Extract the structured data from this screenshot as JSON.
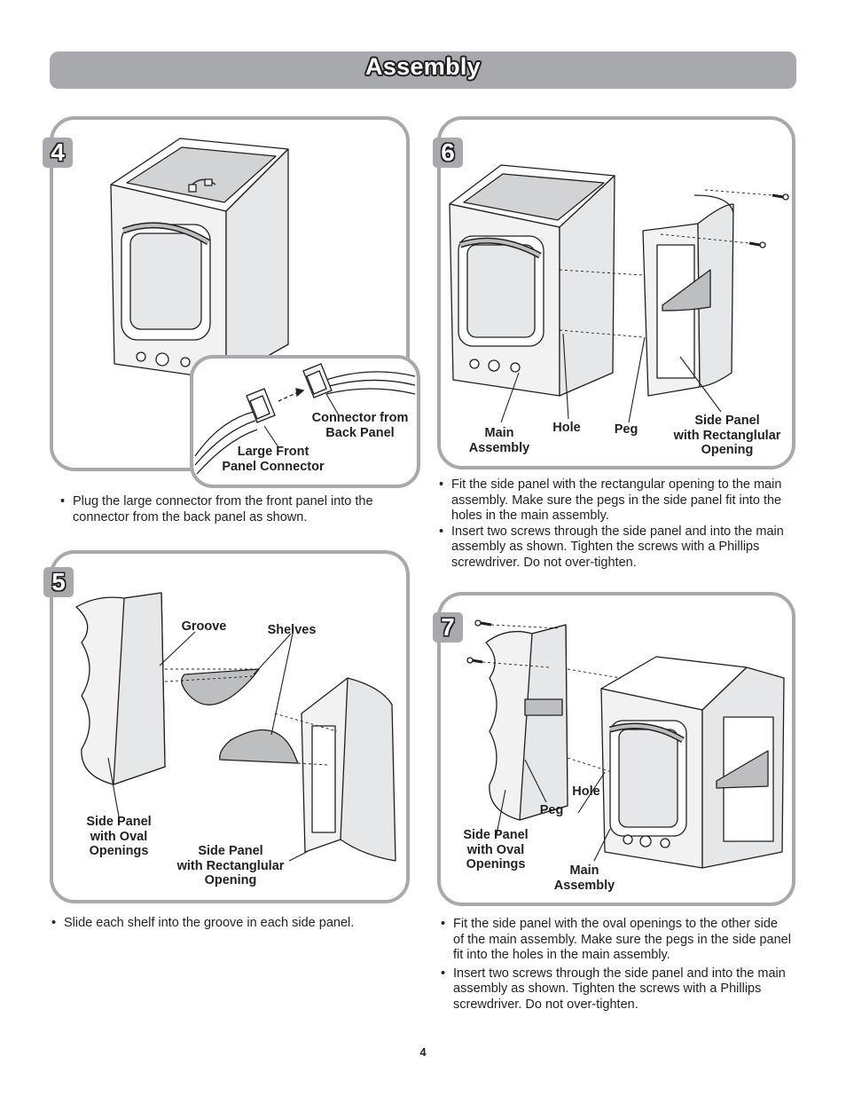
{
  "header": {
    "title": "Assembly"
  },
  "steps": {
    "s4": {
      "number": "4",
      "labels": {
        "large_front": "Large Front\nPanel Connector",
        "connector_back": "Connector from\nBack Panel"
      },
      "bullets": [
        "Plug the large connector from the front panel into the connector from the back panel as shown."
      ]
    },
    "s5": {
      "number": "5",
      "labels": {
        "groove": "Groove",
        "shelves": "Shelves",
        "side_oval": "Side Panel\nwith Oval\nOpenings",
        "side_rect": "Side Panel\nwith Rectanglular\nOpening"
      },
      "bullets": [
        "Slide each shelf into the groove in each side panel."
      ]
    },
    "s6": {
      "number": "6",
      "labels": {
        "main": "Main\nAssembly",
        "hole": "Hole",
        "peg": "Peg",
        "side_rect": "Side Panel\nwith Rectanglular\nOpening"
      },
      "bullets": [
        "Fit the side panel with the rectangular opening to the main assembly. Make sure the pegs in the side panel fit into the holes in the main assembly.",
        "Insert two screws through the side panel and into the main assembly as shown. Tighten the screws with a Phillips screwdriver. Do not over-tighten."
      ]
    },
    "s7": {
      "number": "7",
      "labels": {
        "hole": "Hole",
        "peg": "Peg",
        "side_oval": "Side Panel\nwith Oval\nOpenings",
        "main": "Main\nAssembly"
      },
      "bullets": [
        "Fit the side panel with the oval openings to the other side of the main assembly. Make sure the pegs in the side panel fit into the holes in the main assembly.",
        "Insert two screws through the side panel and into the main assembly as shown. Tighten the screws with a Phillips screwdriver. Do not over-tighten."
      ]
    }
  },
  "footer": {
    "page_number": "4"
  },
  "colors": {
    "frame_gray": "#a7a9ac",
    "ink": "#231f20",
    "part_fill": "#f2f2f2",
    "shelf_fill": "#bcbec0"
  }
}
